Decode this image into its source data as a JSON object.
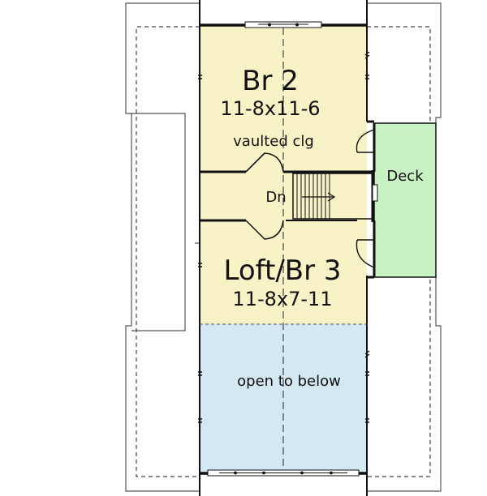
{
  "rooms": {
    "br2": {
      "name": "Br 2",
      "dims": "11-8x11-6",
      "note": "vaulted clg"
    },
    "deck": {
      "name": "Deck"
    },
    "stair": {
      "label": "Dn"
    },
    "loft": {
      "name": "Loft/Br 3",
      "dims": "11-8x7-11"
    },
    "open": {
      "label": "open to below"
    }
  },
  "colors": {
    "bedroom_fill": "#f8f3c6",
    "deck_fill": "#c8f2c4",
    "open_fill": "#d4e8f4",
    "wall": "#111111",
    "roofline": "#555555"
  }
}
